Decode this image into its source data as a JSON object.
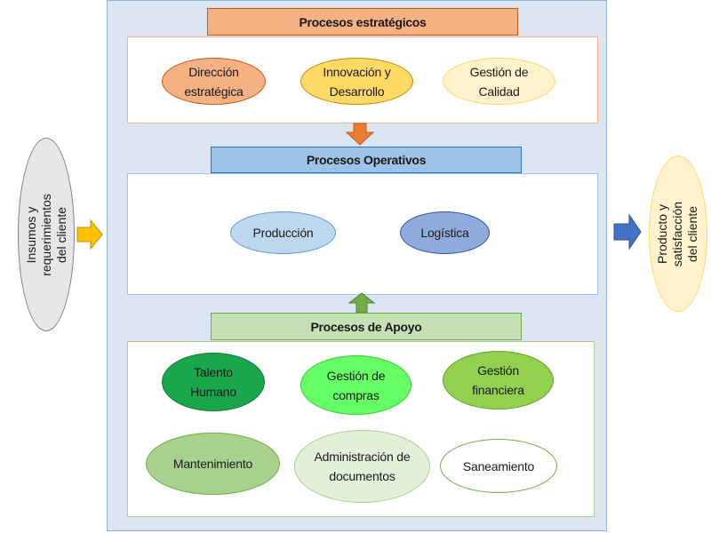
{
  "input": {
    "label": "Insumos y\nrequerimientos\ndel cliente"
  },
  "output": {
    "label": "Producto y\nsatisfacción\ndel cliente"
  },
  "strategic": {
    "title": "Procesos estratégicos",
    "items": [
      {
        "label": "Dirección estratégica"
      },
      {
        "label": "Innovación y Desarrollo"
      },
      {
        "label": "Gestión de Calidad"
      }
    ]
  },
  "operative": {
    "title": "Procesos Operativos",
    "items": [
      {
        "label": "Producción"
      },
      {
        "label": "Logística"
      }
    ]
  },
  "support": {
    "title": "Procesos de Apoyo",
    "items": [
      {
        "label": "Talento Humano"
      },
      {
        "label": "Gestión de compras"
      },
      {
        "label": "Gestión financiera"
      },
      {
        "label": "Mantenimiento"
      },
      {
        "label": "Administración de documentos"
      },
      {
        "label": "Saneamiento"
      }
    ]
  },
  "colors": {
    "frame": "#dce6f2",
    "strategic_header": "#f4b183",
    "operative_header": "#9dc3e6",
    "support_header": "#c5e0b4",
    "arrow_input": "#ffc000",
    "arrow_output": "#4472c4",
    "arrow_strategic": "#ed7d31",
    "arrow_support": "#70ad47"
  }
}
